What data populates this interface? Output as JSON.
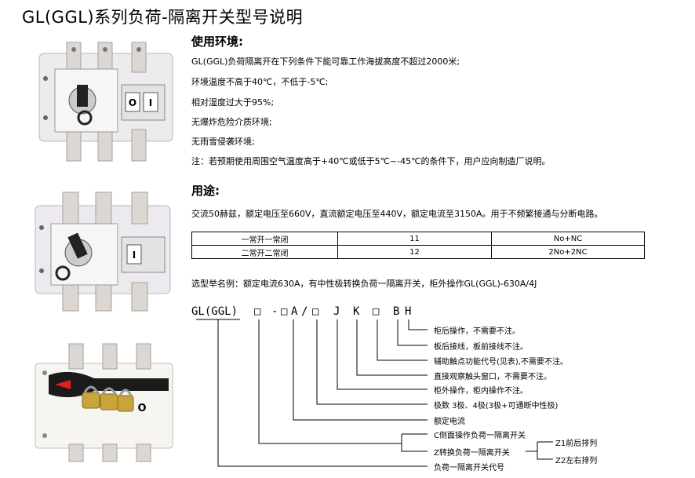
{
  "title": "GL(GGL)系列负荷-隔离开关型号说明",
  "environment": {
    "heading": "使用环境:",
    "lines": [
      "GL(GGL)负荷隔离开在下列条件下能可靠工作海拔高度不超过2000米;",
      "环境温度不高于40℃，不低于-5℃;",
      "相对湿度过大于95%;",
      "无爆炸危险介质环境;",
      "无雨雪侵袭环境;",
      "注：若预期使用周围空气温度高于+40℃或低于5℃~-45℃的条件下，用户应向制造厂说明。"
    ]
  },
  "usage": {
    "heading": "用途:",
    "text": "交流50赫兹，额定电压至660V，直流额定电压至440V，额定电流至3150A。用于不频繁接通与分断电路。"
  },
  "contact_table": {
    "rows": [
      [
        "一常开一常闭",
        "11",
        "No+NC"
      ],
      [
        "二常开二常闭",
        "12",
        "2No+2NC"
      ]
    ]
  },
  "example": "选型举名例：额定电流630A，有中性极转换负荷一隔离开关，柜外操作GL(GGL)-630A/4J",
  "model_code": {
    "prefix": "GL(GGL)",
    "tokens": [
      "□",
      "-",
      "□",
      "A",
      "/",
      "□",
      "J",
      "K",
      "□",
      "B",
      "H"
    ]
  },
  "explanations": [
    "柜后操作，不需要不注。",
    "板后接线，板前接线不注。",
    "辅助触点功能代号(见表),不需要不注。",
    "直接观察触头窗口，不需要不注。",
    "柜外操作，柜内操作不注。",
    "极数 3极、4极(3极+可通断中性极)",
    "额定电流",
    "C侧面操作负荷一隔离开关",
    "Z转换负荷一隔离开关",
    "负荷一隔离开关代号"
  ],
  "arrangements": [
    "Z1前后排列",
    "Z2左右排列"
  ],
  "photo_labels": {
    "switch1": [
      "O",
      "I"
    ],
    "switch2": [
      "I"
    ],
    "switch3": [
      "O"
    ]
  },
  "colors": {
    "body": "#eceaec",
    "terminal": "#dcd6d2",
    "handle": "#1a1a1a",
    "lock": "#c9a43a",
    "indicator": "#e02020"
  }
}
